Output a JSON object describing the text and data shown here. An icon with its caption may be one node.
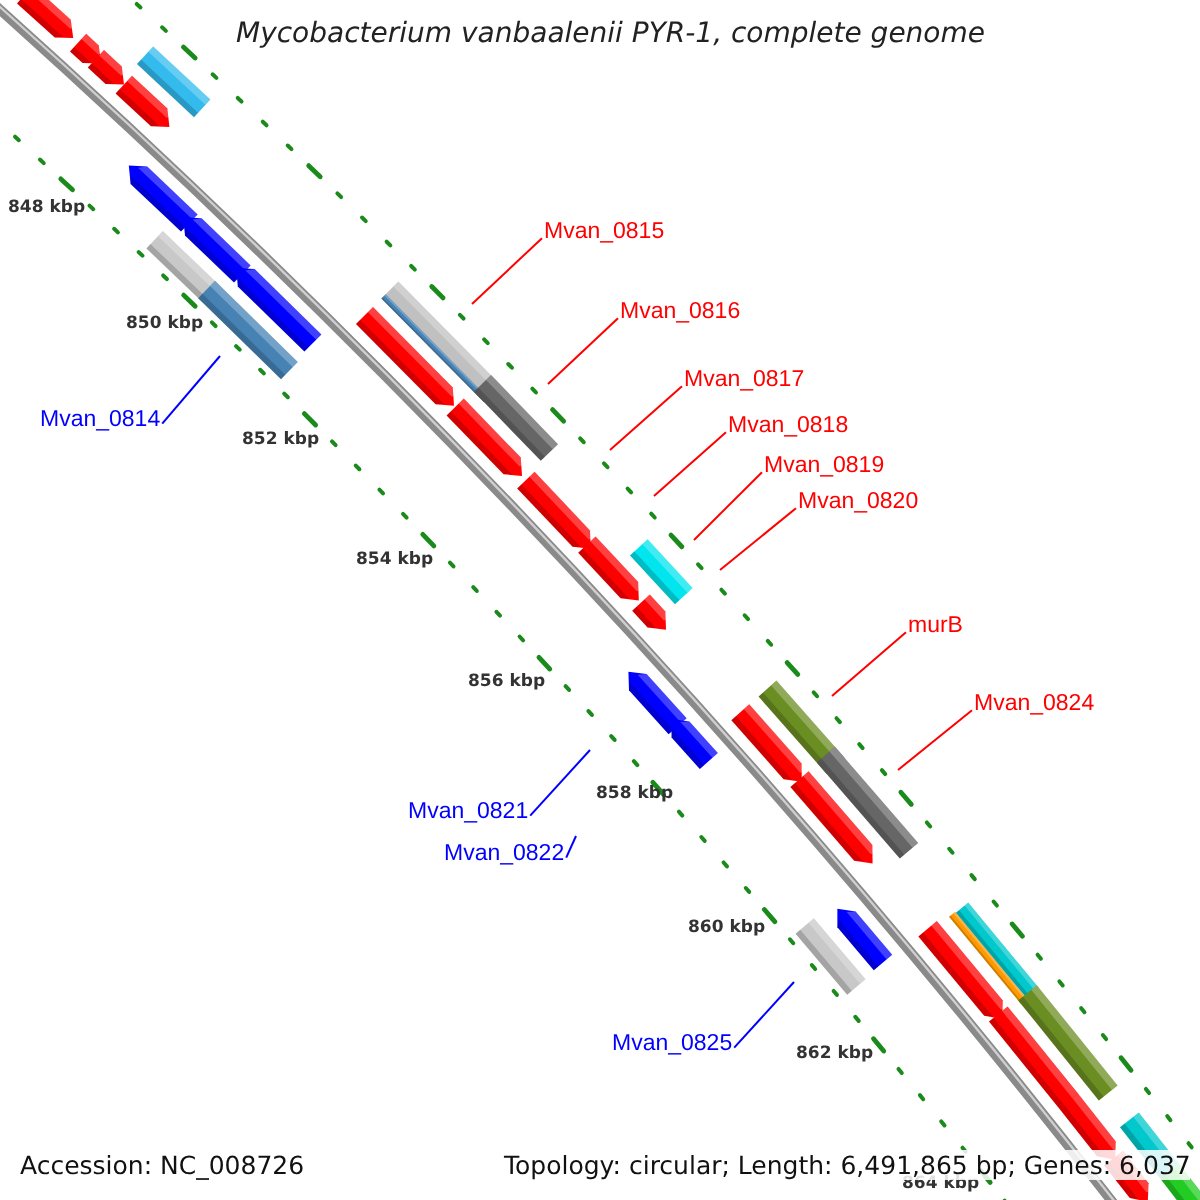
{
  "diagram": {
    "title": "Mycobacterium vanbaalenii PYR-1, complete genome",
    "nodes": [
      {
        "text": [
          "Mvan_0815"
        ]
      },
      {
        "text": [
          "Mvan_0816"
        ]
      },
      {
        "text": [
          "Mvan_0817"
        ]
      },
      {
        "text": [
          "Mvan_0814"
        ]
      },
      {
        "text": [
          "Mvan_0818"
        ]
      },
      {
        "text": [
          "Mvan_0819"
        ]
      },
      {
        "text": [
          "Mvan_0820"
        ]
      },
      {
        "text": [
          "murB"
        ]
      },
      {
        "text": [
          "Mvan_0824"
        ]
      },
      {
        "text": [
          "Mvan_0821"
        ]
      },
      {
        "text": [
          "Mvan_0822"
        ]
      },
      {
        "text": [
          "Mvan_0825"
        ]
      }
    ],
    "edges": [
      {
        "from": 0,
        "to": null,
        "arrow": "none"
      },
      {
        "from": 1,
        "to": null,
        "arrow": "none"
      },
      {
        "from": 2,
        "to": null,
        "arrow": "none"
      },
      {
        "from": 3,
        "to": null,
        "arrow": "none",
        "color": "#0000ff"
      },
      {
        "from": 4,
        "to": null,
        "arrow": "none"
      },
      {
        "from": 5,
        "to": null,
        "arrow": "none"
      },
      {
        "from": 6,
        "to": null,
        "arrow": "none"
      },
      {
        "from": 7,
        "to": null,
        "arrow": "none"
      },
      {
        "from": 8,
        "to": null,
        "arrow": "none"
      },
      {
        "from": 9,
        "to": null,
        "arrow": "none",
        "color": "#0000ff"
      },
      {
        "from": 10,
        "to": null,
        "arrow": "none",
        "color": "#0000ff"
      },
      {
        "from": 11,
        "to": null,
        "arrow": "none",
        "color": "#0000ff"
      }
    ],
    "labels": [
      "848 kbp",
      "850 kbp",
      "852 kbp",
      "854 kbp",
      "856 kbp",
      "858 kbp",
      "860 kbp",
      "862 kbp",
      "864 kbp",
      "Accession: NC_008726",
      "Topology: circular; Length: 6,491,865 bp; Genes: 6,037"
    ]
  }
}
